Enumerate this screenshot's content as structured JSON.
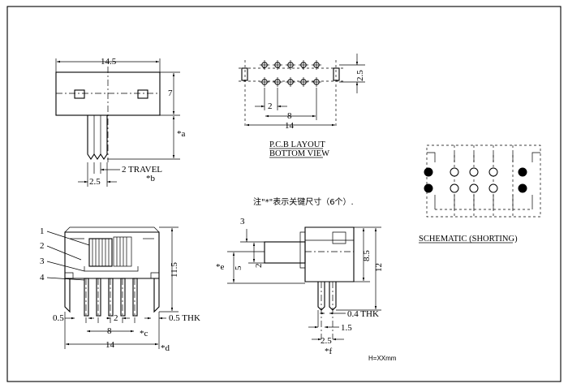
{
  "top_view": {
    "width": "14.5",
    "height": "7",
    "star_a": "*a",
    "travel": "2 TRAVEL",
    "star_b": "*b",
    "pitch": "2.5"
  },
  "pcb_layout": {
    "height": "2.5",
    "pitch": "2",
    "span": "8",
    "total": "14",
    "title_line1": "P.C.B LAYOUT",
    "title_line2": "BOTTOM VIEW"
  },
  "note": "注\"*\"表示关键尺寸（6个）.",
  "schematic": {
    "title": "SCHEMATIC (SHORTING)"
  },
  "front_view": {
    "callouts": [
      "1",
      "2",
      "3",
      "4"
    ],
    "height": "11.5",
    "left_pin": "0.5",
    "pitch": "2",
    "thk": "0.5 THK",
    "span": "8",
    "star_c": "*c",
    "total": "14",
    "star_d": "*d"
  },
  "side_view": {
    "knob": "3",
    "star_e": "*e",
    "e_value": "5",
    "knob_height": "2",
    "height_a": "8.5",
    "height_b": "12",
    "thk": "0.4 THK",
    "pin_width": "1.5",
    "pitch": "2.5",
    "star_f": "*f",
    "unit_note": "H=XXmm"
  }
}
